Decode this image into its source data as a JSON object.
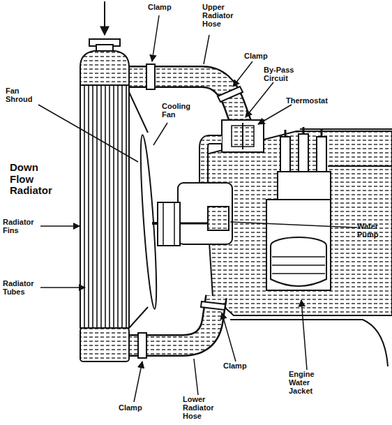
{
  "diagram": {
    "labels": [
      "Clamp",
      "Upper Radiator Hose",
      "Clamp",
      "By-Pass Circuit",
      "Fan Shroud",
      "Cooling Fan",
      "Thermostat",
      "Down Flow Radiator",
      "Radiator Fins",
      "Water Pump",
      "Radiator Tubes",
      "Clamp",
      "Engine Water Jacket",
      "Clamp",
      "Lower Radiator Hose"
    ]
  }
}
